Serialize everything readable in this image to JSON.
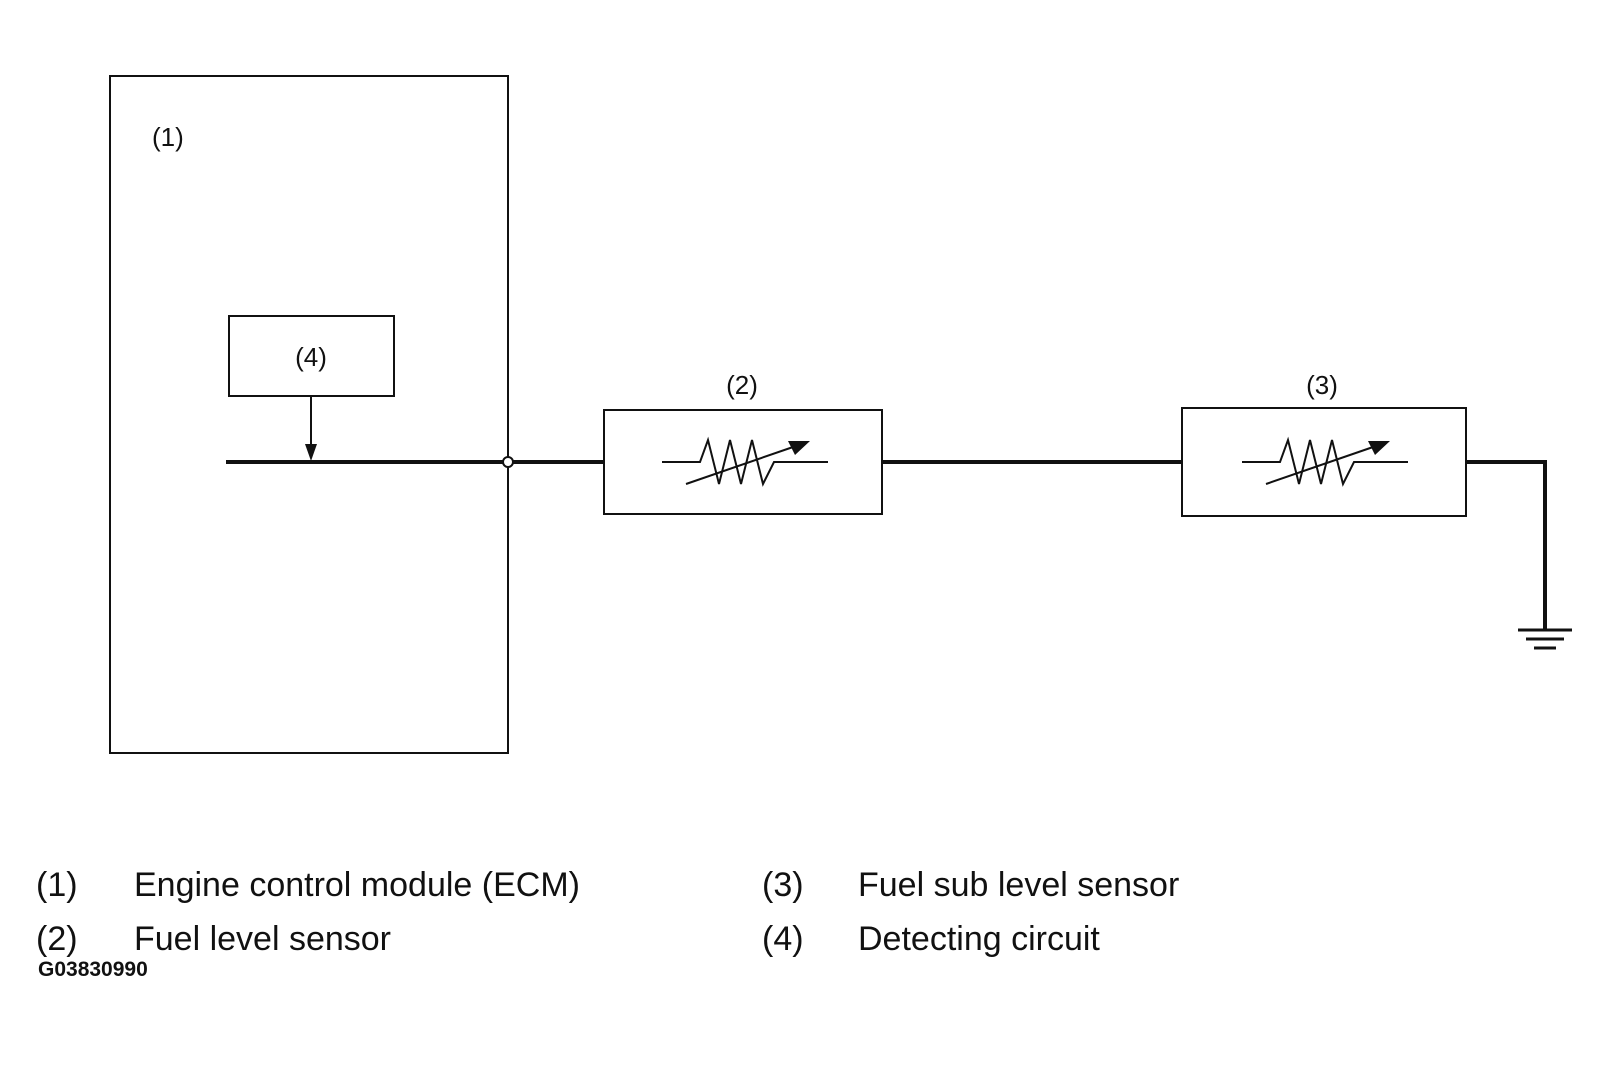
{
  "diagram": {
    "ecm_label": "(1)",
    "detect_label": "(4)",
    "sensor1_label": "(2)",
    "sensor2_label": "(3)"
  },
  "legend": [
    {
      "num": "(1)",
      "text": "Engine control module (ECM)"
    },
    {
      "num": "(2)",
      "text": "Fuel level sensor"
    },
    {
      "num": "(3)",
      "text": "Fuel sub level sensor"
    },
    {
      "num": "(4)",
      "text": "Detecting circuit"
    }
  ],
  "figure_code": "G03830990"
}
